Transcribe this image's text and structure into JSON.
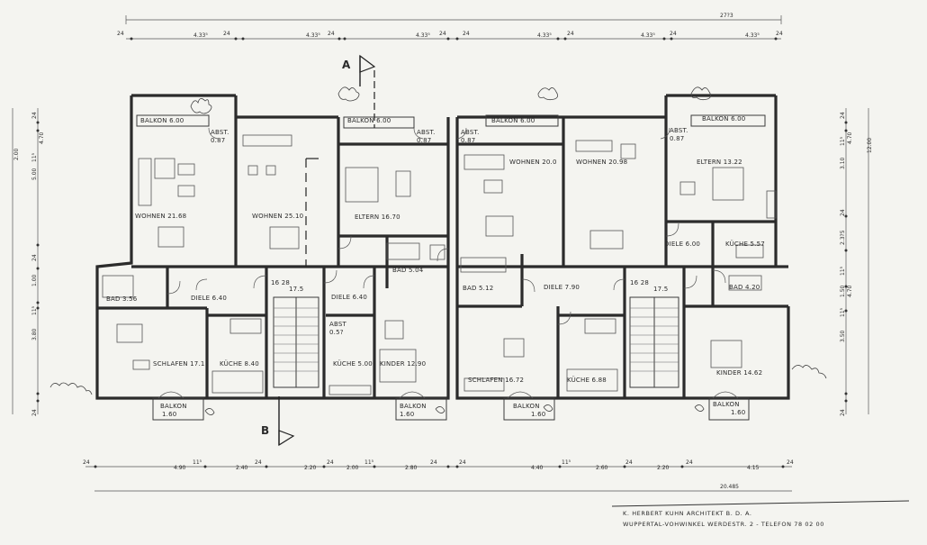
{
  "dimensions": {
    "overall_top": "27?3",
    "top_segments": [
      "24",
      "4.33⁵",
      "24",
      "4.33⁵",
      "24",
      "4.33⁵",
      "24",
      "24",
      "4.33⁵",
      "24",
      "4.33⁵",
      "24",
      "4.33⁵",
      "24"
    ],
    "bottom_segments": [
      "24",
      "4.90",
      "11⁵",
      "2.40",
      "24",
      "2.20",
      "24",
      "2.00",
      "11⁵",
      "2.80",
      "24",
      "24",
      "4.40",
      "11⁵",
      "2.60",
      "24",
      "2.20",
      "24",
      "4.15",
      "24"
    ],
    "overall_bottom": "20.485",
    "left_side": [
      "2.00",
      "11⁵",
      "5.00",
      "4.70",
      "24",
      "24",
      "1.00",
      "11⁵",
      "3.80",
      "24"
    ],
    "right_side": [
      "24",
      "11⁵",
      "3.10",
      "4.70",
      "12.00",
      "24",
      "2.3?5",
      "11⁵",
      "1.50",
      "4.70",
      "11⁵",
      "3.50",
      "24"
    ]
  },
  "section_marks": {
    "a": "A",
    "b": "B"
  },
  "rooms": {
    "balkon_1": "BALKON  6.00",
    "abst_1": "ABST.",
    "abst_1_val": "0.87",
    "wohnen_1": "WOHNEN   21.68",
    "wohnen_2": "WOHNEN   25.10",
    "balkon_2": "BALKON   6.00",
    "abst_2": "ABST.",
    "abst_2_val": "0.87",
    "eltern_1": "ELTERN   16.70",
    "bad_1": "BAD  5.04",
    "bad_2": "BAD  3.56",
    "diele_1": "DIELE   6.40",
    "stair_1": "16  28",
    "stair_1b": "17.5",
    "diele_2": "DIELE  6.40",
    "abst_3": "ABST",
    "abst_3_val": "0.5?",
    "schlafen_1": "SCHLAFEN  17.1",
    "kueche_1": "KÜCHE  8.40",
    "kueche_2": "KÜCHE  5.00",
    "kinder_1": "KINDER  12.90",
    "balkon_3": "BALKON",
    "balkon_3_val": "1.60",
    "balkon_4": "BALKON",
    "balkon_4_val": "1.60",
    "balkon_5": "BALKON  6.00",
    "abst_4": "ABST.",
    "abst_4_val": "0.87",
    "wohnen_3": "WOHNEN  20.0",
    "wohnen_4": "WOHNEN  20.98",
    "balkon_6": "BALKON  6.00",
    "abst_5": "ABST.",
    "abst_5_val": "0.87",
    "eltern_2": "ELTERN   13.22",
    "bad_3": "BAD  5.12",
    "diele_3": "DIELE    7.90",
    "stair_2": "16  28",
    "stair_2b": "17.5",
    "diele_4": "DIELE   6.00",
    "kueche_3": "KÜCHE  5.57",
    "bad_4": "BAD   4.20",
    "schlafen_2": "SCHLAFEN   16.72",
    "kueche_4": "KÜCHE  6.88",
    "kinder_2": "KINDER  14.62",
    "balkon_7": "BALKON",
    "balkon_7_val": "1.60",
    "balkon_8": "BALKON",
    "balkon_8_val": "1.60"
  },
  "title_block": {
    "line1": "K. HERBERT KUHN      ARCHITEKT  B. D. A.",
    "line2": "WUPPERTAL-VOHWINKEL      WERDESTR. 2  -  TELEFON  78 02 00"
  }
}
